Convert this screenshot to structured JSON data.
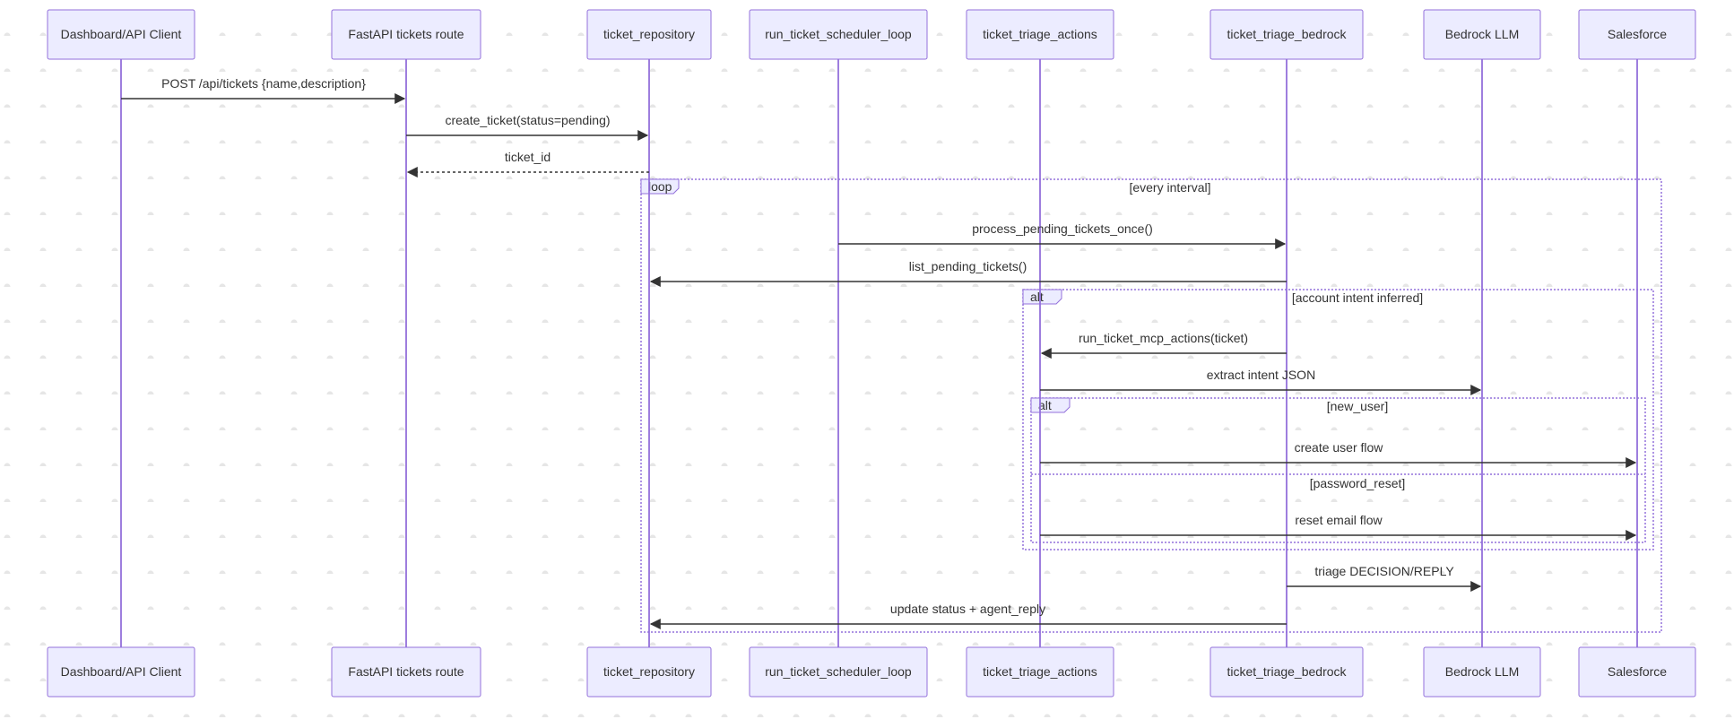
{
  "participants": [
    {
      "id": "client",
      "label": "Dashboard/API Client"
    },
    {
      "id": "route",
      "label": "FastAPI tickets route"
    },
    {
      "id": "repo",
      "label": "ticket_repository"
    },
    {
      "id": "scheduler",
      "label": "run_ticket_scheduler_loop"
    },
    {
      "id": "actions",
      "label": "ticket_triage_actions"
    },
    {
      "id": "bedrock",
      "label": "ticket_triage_bedrock"
    },
    {
      "id": "llm",
      "label": "Bedrock LLM"
    },
    {
      "id": "sf",
      "label": "Salesforce"
    }
  ],
  "messages": [
    {
      "from": "client",
      "to": "route",
      "text": "POST /api/tickets {name,description}",
      "style": "solid"
    },
    {
      "from": "route",
      "to": "repo",
      "text": "create_ticket(status=pending)",
      "style": "solid"
    },
    {
      "from": "repo",
      "to": "route",
      "text": "ticket_id",
      "style": "dotted"
    },
    {
      "from": "scheduler",
      "to": "bedrock",
      "text": "process_pending_tickets_once()",
      "style": "solid"
    },
    {
      "from": "bedrock",
      "to": "repo",
      "text": "list_pending_tickets()",
      "style": "solid"
    },
    {
      "from": "bedrock",
      "to": "actions",
      "text": "run_ticket_mcp_actions(ticket)",
      "style": "solid"
    },
    {
      "from": "actions",
      "to": "llm",
      "text": "extract intent JSON",
      "style": "solid"
    },
    {
      "from": "actions",
      "to": "sf",
      "text": "create user flow",
      "style": "solid"
    },
    {
      "from": "actions",
      "to": "sf",
      "text": "reset email flow",
      "style": "solid"
    },
    {
      "from": "bedrock",
      "to": "llm",
      "text": "triage DECISION/REPLY",
      "style": "solid"
    },
    {
      "from": "bedrock",
      "to": "repo",
      "text": "update status + agent_reply",
      "style": "solid"
    }
  ],
  "fragments": [
    {
      "kind": "loop",
      "condition": "[every interval]"
    },
    {
      "kind": "alt",
      "condition": "[account intent inferred]"
    },
    {
      "kind": "alt",
      "condition": "[new_user]",
      "else_condition": "[password_reset]"
    }
  ],
  "colors": {
    "actor_fill": "#ececff",
    "actor_stroke": "#9370db",
    "line": "#333333"
  }
}
